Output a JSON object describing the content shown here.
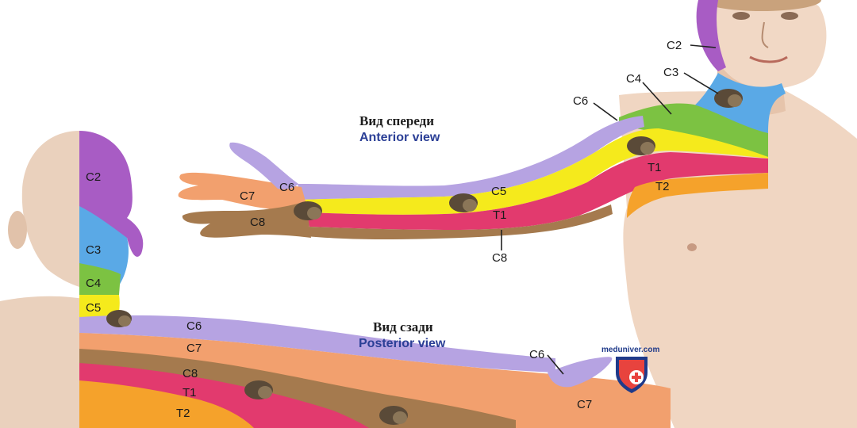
{
  "titles": {
    "anterior_ru": "Вид спереди",
    "anterior_en": "Anterior view",
    "posterior_ru": "Вид сзади",
    "posterior_en": "Posterior view"
  },
  "watermark": "meduniver.com",
  "colors": {
    "C2": "#a85cc4",
    "C3": "#5aa9e6",
    "C4": "#7cc242",
    "C5": "#f5ea1c",
    "C6": "#b6a3e2",
    "C7": "#f2a06e",
    "C8": "#a57a4e",
    "T1": "#e23a6e",
    "T2": "#f5a22b",
    "skin": "#f0d6c2",
    "skin_shade": "#dcb99f"
  },
  "anterior": {
    "labels": {
      "C2": "C2",
      "C3": "C3",
      "C4": "C4",
      "C6_shoulder": "C6",
      "C6_hand": "C6",
      "C7": "C7",
      "C8_hand": "C8",
      "C5": "C5",
      "T1_forearm": "T1",
      "T1_arm": "T1",
      "T2": "T2",
      "C8_forearm": "C8"
    }
  },
  "posterior": {
    "labels": {
      "C2": "C2",
      "C3": "C3",
      "C4": "C4",
      "C5": "C5",
      "C6": "C6",
      "C7": "C7",
      "C8": "C8",
      "T1": "T1",
      "T2": "T2",
      "C6_hand": "C6",
      "C7_hand": "C7"
    }
  }
}
